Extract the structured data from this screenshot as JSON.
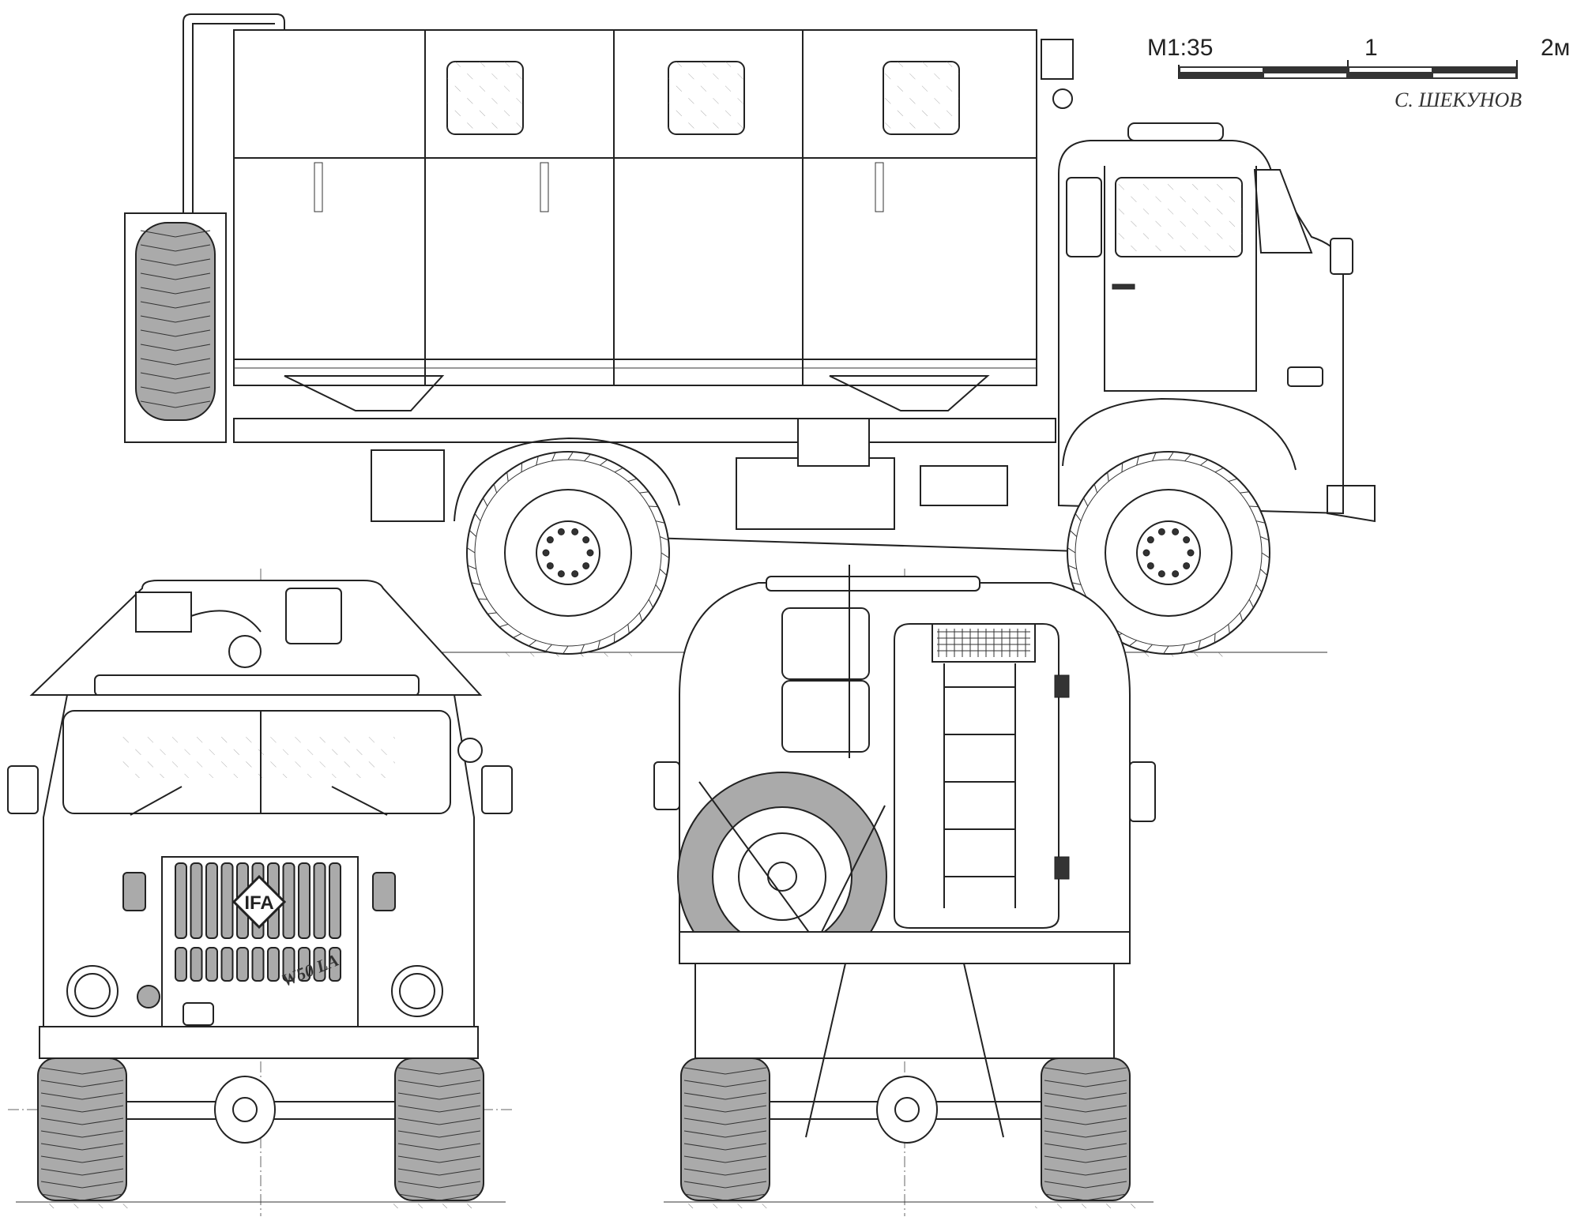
{
  "scale": {
    "label": "M1:35",
    "mid_tick": "1",
    "end_tick": "2м"
  },
  "author": "С. ШЕКУНОВ",
  "front_view": {
    "logo": "IFA",
    "model_script": "W50 LA"
  },
  "colors": {
    "line": "#222222",
    "background": "#ffffff",
    "grille_fill": "#aaaaaa"
  }
}
